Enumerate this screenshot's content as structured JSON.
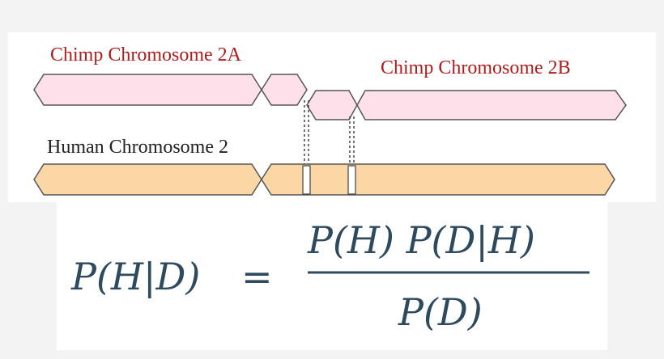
{
  "diagram": {
    "chimp_2a_label": "Chimp Chromosome 2A",
    "chimp_2b_label": "Chimp Chromosome 2B",
    "human_2_label": "Human Chromosome 2",
    "colors": {
      "chimp_fill": "#fde0ea",
      "human_fill": "#fcd7a6",
      "label_red": "#b01c1c",
      "outline": "#555555"
    }
  },
  "formula": {
    "lhs": "P(H|D)",
    "equals": "=",
    "numerator": "P(H) P(D|H)",
    "denominator": "P(D)",
    "color": "#2e4a5e"
  }
}
